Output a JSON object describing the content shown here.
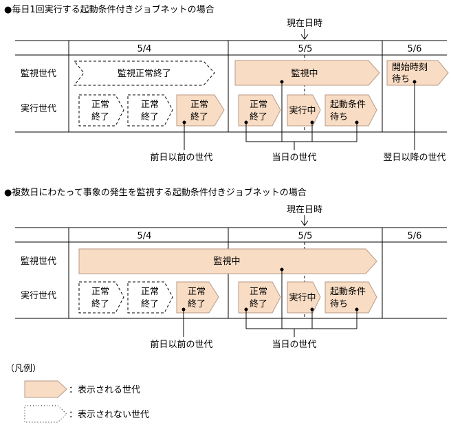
{
  "section1": {
    "heading": "●毎日1回実行する起動条件付きジョブネットの場合",
    "now_label": "現在日時",
    "dates": [
      "5/4",
      "5/5",
      "5/6"
    ],
    "row_monitor": "監視世代",
    "row_exec": "実行世代",
    "monitor_done": "監視正常終了",
    "monitoring": "監視中",
    "wait_start_1": "開始時刻",
    "wait_start_2": "待ち",
    "normal_1": "正常",
    "normal_2": "終了",
    "running": "実行中",
    "wait_cond_1": "起動条件",
    "wait_cond_2": "待ち",
    "prev_gen": "前日以前の世代",
    "today_gen": "当日の世代",
    "next_gen": "翌日以降の世代"
  },
  "section2": {
    "heading": "●複数日にわたって事象の発生を監視する起動条件付きジョブネットの場合",
    "now_label": "現在日時",
    "dates": [
      "5/4",
      "5/5",
      "5/6"
    ],
    "row_monitor": "監視世代",
    "row_exec": "実行世代",
    "monitoring": "監視中",
    "normal_1": "正常",
    "normal_2": "終了",
    "running": "実行中",
    "wait_cond_1": "起動条件",
    "wait_cond_2": "待ち",
    "prev_gen": "前日以前の世代",
    "today_gen": "当日の世代"
  },
  "legend": {
    "title": "（凡例）",
    "shown": "：表示される世代",
    "hidden": "：表示されない世代"
  }
}
